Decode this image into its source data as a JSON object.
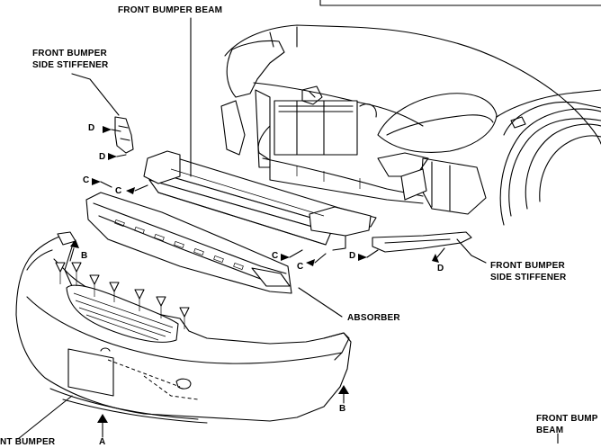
{
  "labels": {
    "front_bumper_beam_top": "FRONT BUMPER BEAM",
    "side_stiffener_left_line1": "FRONT BUMPER",
    "side_stiffener_left_line2": "SIDE STIFFENER",
    "side_stiffener_right_line1": "FRONT BUMPER",
    "side_stiffener_right_line2": "SIDE STIFFENER",
    "absorber": "ABSORBER",
    "front_bumper_beam_bottom_line1": "FRONT BUMP",
    "front_bumper_beam_bottom_line2": "BEAM",
    "front_bumper_bottom_left": "NT BUMPER"
  },
  "fastener_keys": {
    "D": "D",
    "C": "C",
    "B": "B",
    "A": "A"
  }
}
